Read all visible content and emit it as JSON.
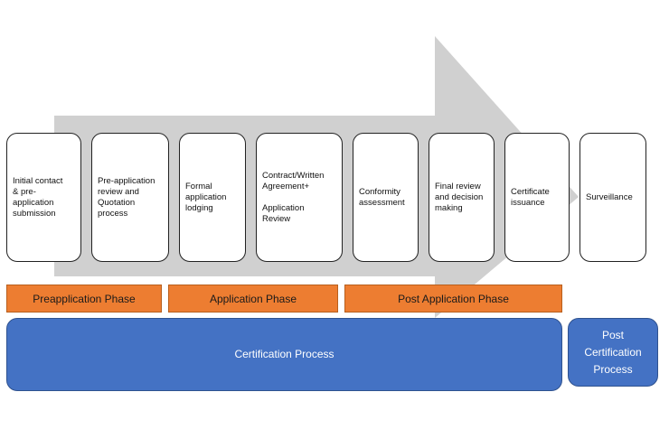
{
  "colors": {
    "arrow": "#d0d0d0",
    "phase": "#ed7d31",
    "process": "#4472c4"
  },
  "steps": [
    {
      "label": "Initial contact\n& pre-\napplication\nsubmission"
    },
    {
      "label": "Pre-application\nreview and\nQuotation\nprocess"
    },
    {
      "label": "Formal\napplication\nlodging"
    },
    {
      "label": "Contract/Written\nAgreement+\n\nApplication\nReview"
    },
    {
      "label": "Conformity\nassessment"
    },
    {
      "label": "Final review\nand decision\nmaking"
    },
    {
      "label": "Certificate\nissuance"
    },
    {
      "label": "Surveillance"
    }
  ],
  "phases": [
    {
      "label": "Preapplication Phase"
    },
    {
      "label": "Application Phase"
    },
    {
      "label": "Post Application Phase"
    }
  ],
  "processes": [
    {
      "label": "Certification Process"
    },
    {
      "label": "Post\nCertification\nProcess"
    }
  ]
}
